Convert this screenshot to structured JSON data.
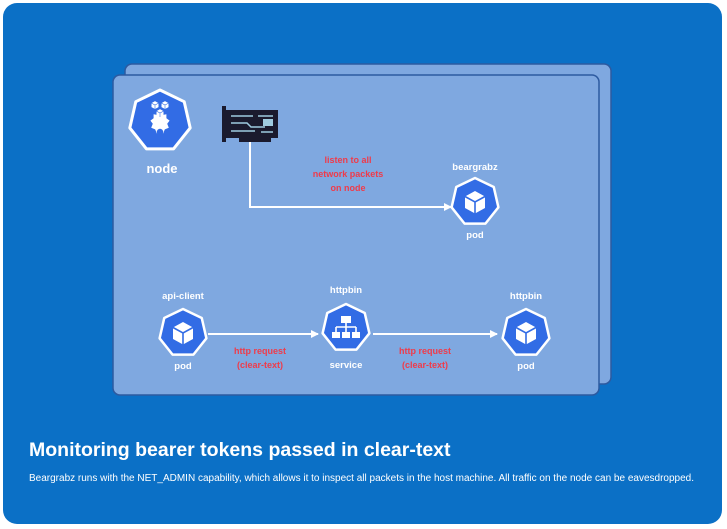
{
  "diagram": {
    "node": {
      "label": "node"
    },
    "sniffer_note": [
      "listen to all",
      "network packets",
      "on node"
    ],
    "beargrabz": {
      "name": "beargrabz",
      "kind": "pod"
    },
    "api_client": {
      "name": "api-client",
      "kind": "pod"
    },
    "httpbin_service": {
      "name": "httpbin",
      "kind": "service"
    },
    "httpbin_pod": {
      "name": "httpbin",
      "kind": "pod"
    },
    "request_left": [
      "http request",
      "(clear-text)"
    ],
    "request_right": [
      "http request",
      "(clear-text)"
    ]
  },
  "headline": "Monitoring bearer tokens passed in clear-text",
  "caption": "Beargrabz runs with the NET_ADMIN capability, which allows it to inspect all packets in the host machine. All traffic on the node can be eavesdropped.",
  "colors": {
    "card": "#0b70c6",
    "panel": "#7fa8e0",
    "panel_border": "#2d5aa0",
    "k8s_blue": "#326ce5",
    "warning_red": "#ef3b4a"
  }
}
